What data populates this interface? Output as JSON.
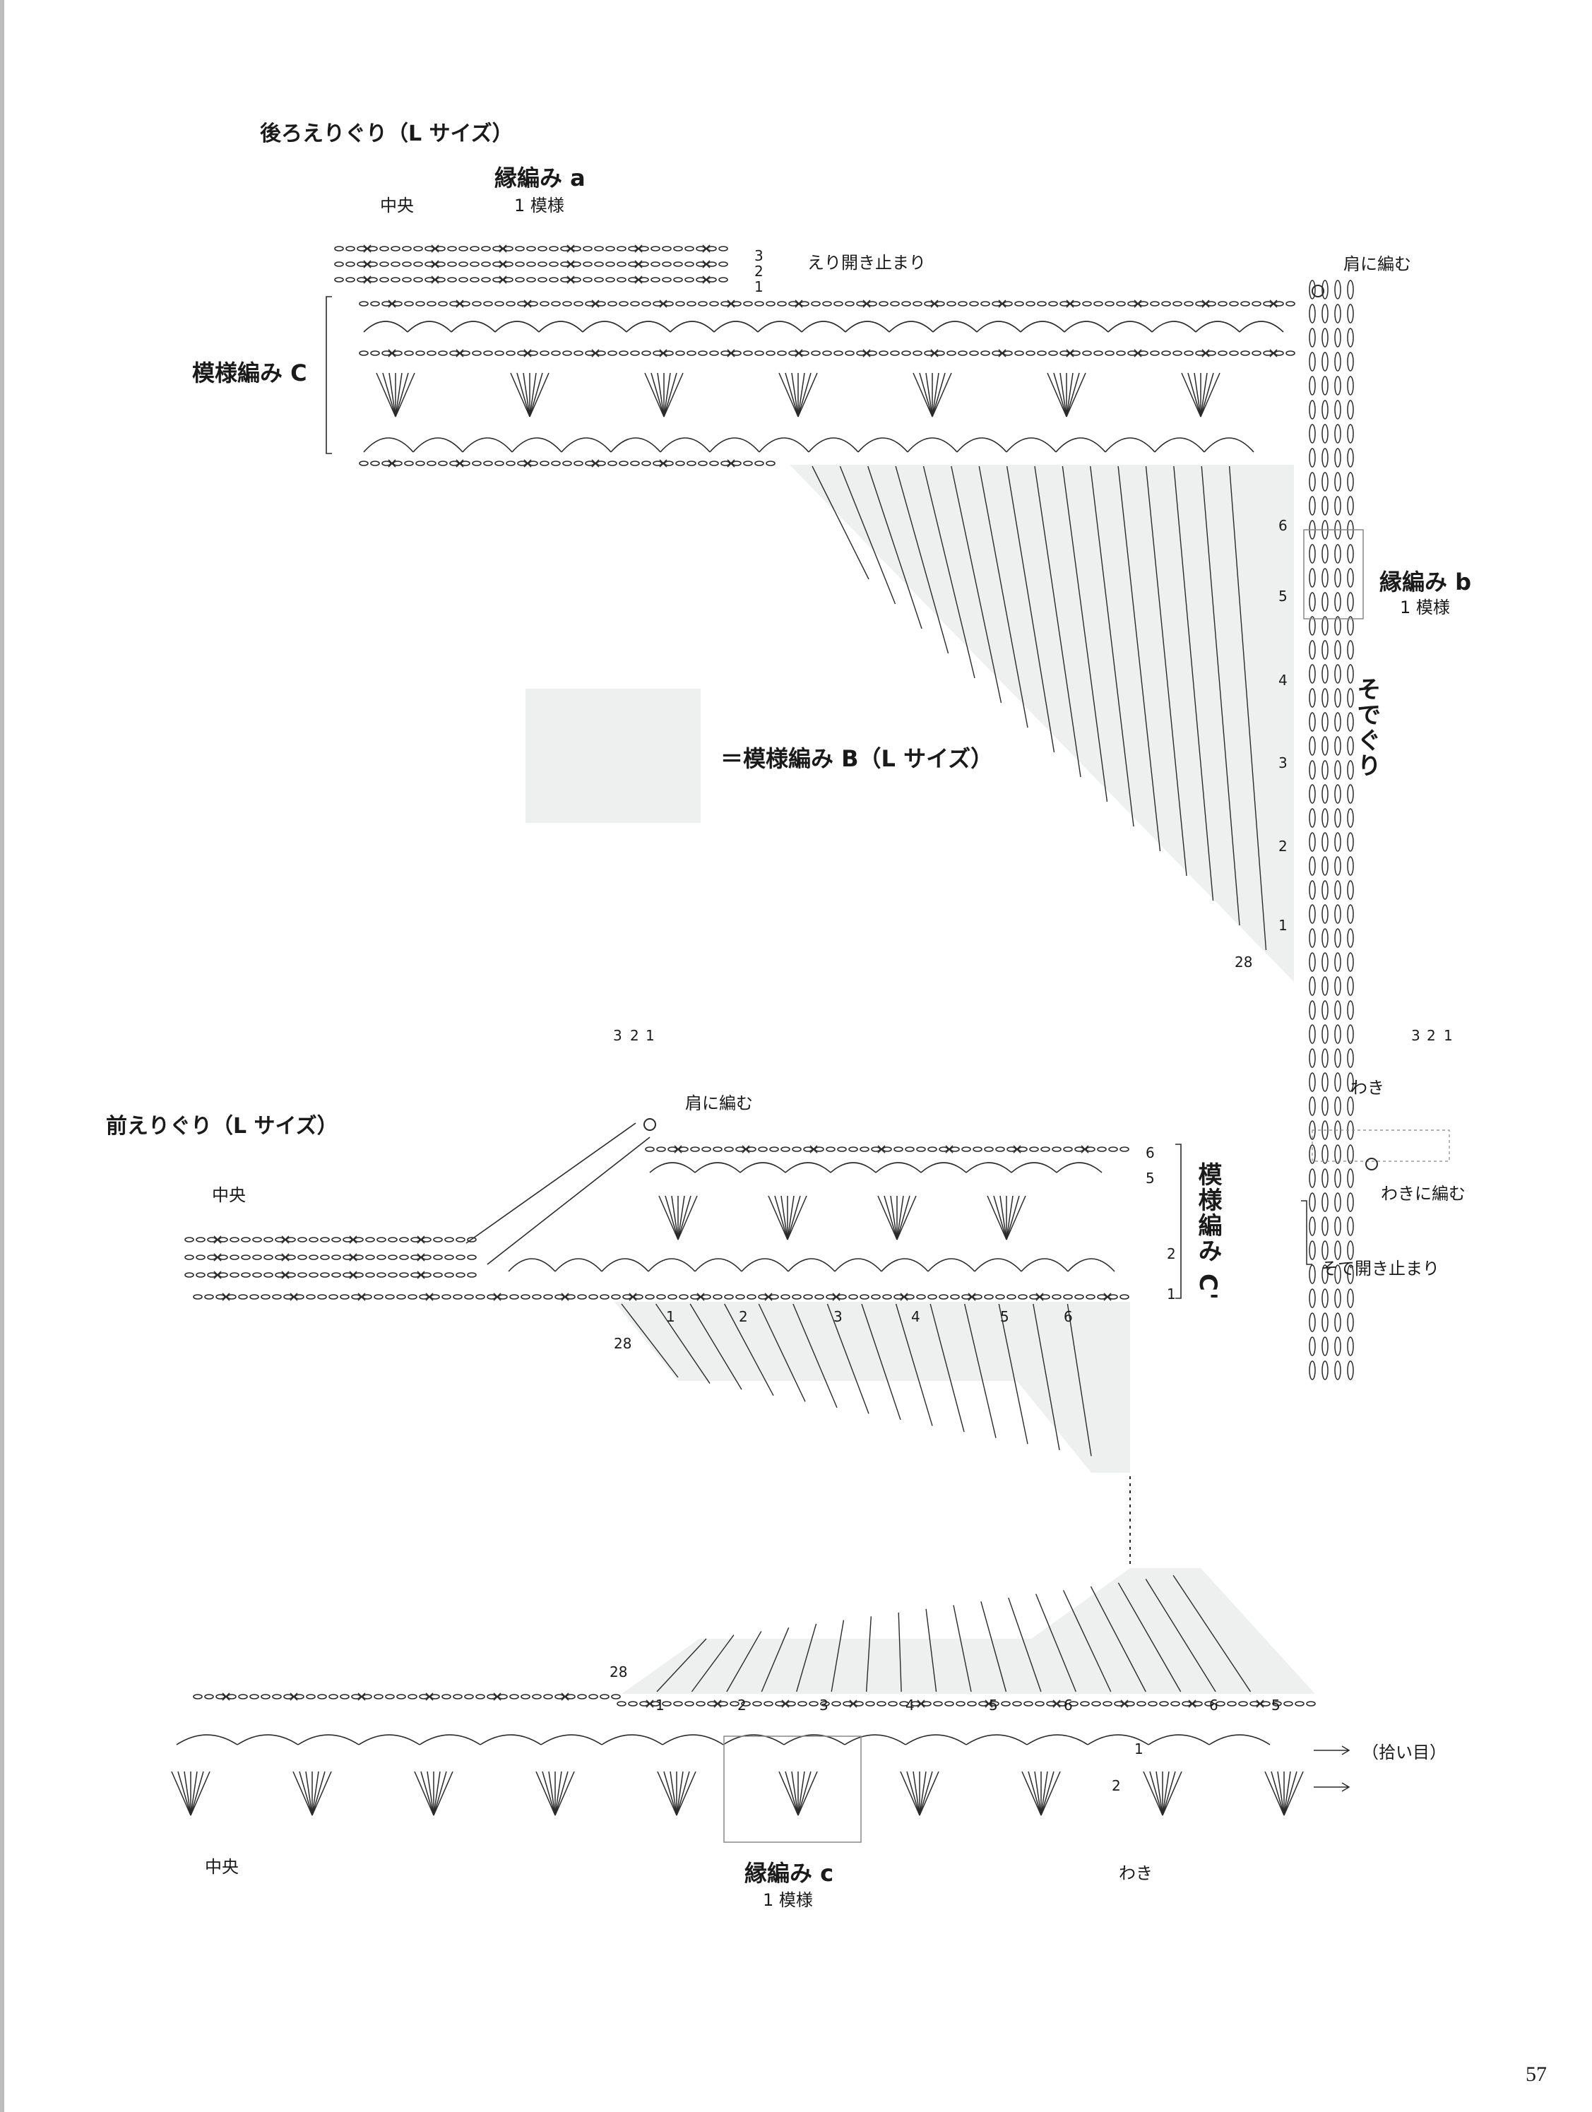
{
  "page_number": "57",
  "back_neck": {
    "title": "後ろえりぐり（L サイズ）",
    "center": "中央",
    "edging_a": "縁編み a",
    "edging_a_repeat": "1 模様",
    "rows": [
      "3",
      "2",
      "1"
    ],
    "neck_opening_end": "えり開き止まり",
    "pattern_c": "模様編み C",
    "attach_shoulder": "肩に編む",
    "edging_b": "縁編み b",
    "edging_b_repeat": "1 模様",
    "armhole": "そでぐり",
    "pattern_b_rows": [
      "6",
      "5",
      "4",
      "3",
      "2",
      "1"
    ],
    "row_28": "28"
  },
  "legend": {
    "text": "＝模様編み B（L サイズ）",
    "shade_color": "#eef0f0"
  },
  "front_neck": {
    "title": "前えりぐり（L サイズ）",
    "center": "中央",
    "rows": [
      "3",
      "2",
      "1"
    ],
    "attach_shoulder": "肩に編む",
    "pattern_c_prime": "模様編み C'",
    "pattern_rows": [
      "6",
      "5",
      "2",
      "1"
    ],
    "pattern_b_rows": [
      "1",
      "2",
      "3",
      "4",
      "5",
      "6"
    ],
    "row_28": "28"
  },
  "side": {
    "rows": [
      "3",
      "2",
      "1"
    ],
    "side_seam": "わき",
    "attach_side": "わきに編む",
    "sleeve_opening_end": "そで開き止まり"
  },
  "hem": {
    "row_28": "28",
    "pattern_b_rows": [
      "1",
      "2",
      "3",
      "4",
      "5",
      "6",
      "6",
      "5"
    ],
    "edging_rows": [
      "1",
      "2"
    ],
    "picked_stitches": "（拾い目）",
    "center": "中央",
    "side_seam": "わき",
    "edging_c": "縁編み c",
    "edging_c_repeat": "1 模様"
  }
}
